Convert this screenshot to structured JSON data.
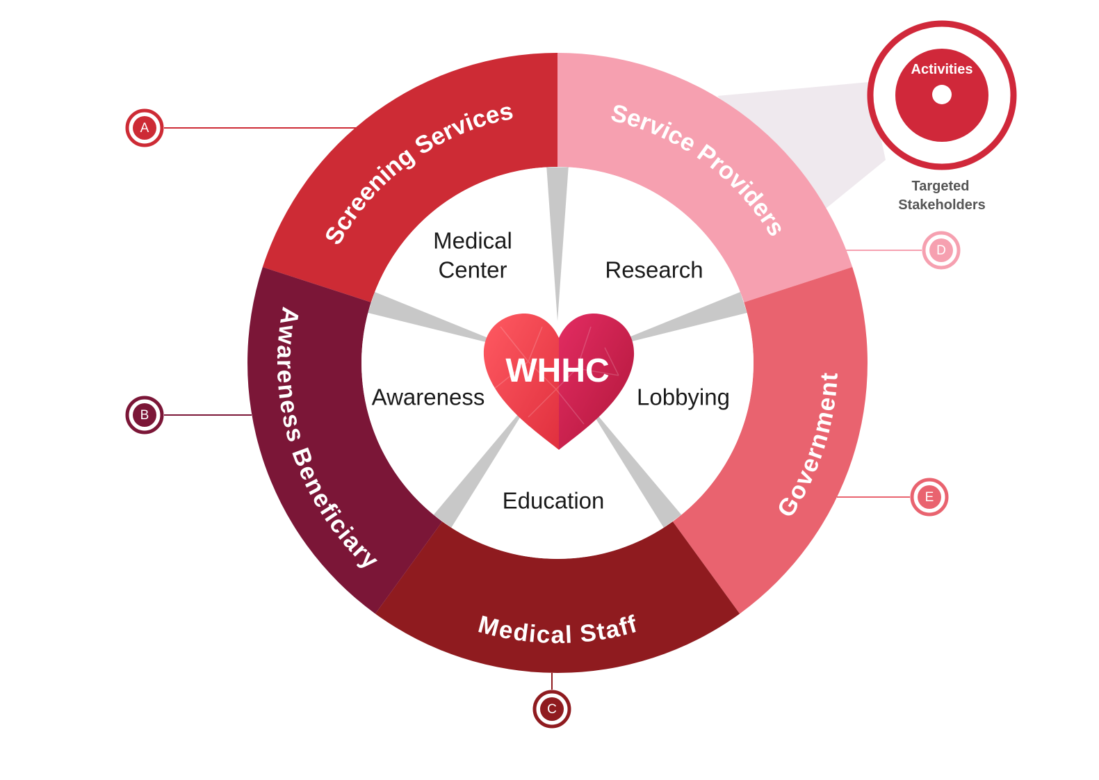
{
  "center": {
    "title": "WHHC"
  },
  "stakeholders": [
    {
      "label": "Screening Services",
      "marker": "A",
      "color": "#cd2b35"
    },
    {
      "label": "Service Providers",
      "marker": "D",
      "color": "#f6a0b0"
    },
    {
      "label": "Government",
      "marker": "E",
      "color": "#e9636f"
    },
    {
      "label": "Medical Staff",
      "marker": "C",
      "color": "#8f1b1f"
    },
    {
      "label": "Awareness  Beneficiary",
      "marker": "B",
      "color": "#7b1637"
    }
  ],
  "activities": [
    {
      "lines": [
        "Medical",
        "Center"
      ]
    },
    {
      "lines": [
        "Research"
      ]
    },
    {
      "lines": [
        "Lobbying"
      ]
    },
    {
      "lines": [
        "Education"
      ]
    },
    {
      "lines": [
        "Awareness"
      ]
    }
  ],
  "legend": {
    "inner_label": "Activities",
    "outer_lines": [
      "Targeted",
      "Stakeholders"
    ]
  }
}
